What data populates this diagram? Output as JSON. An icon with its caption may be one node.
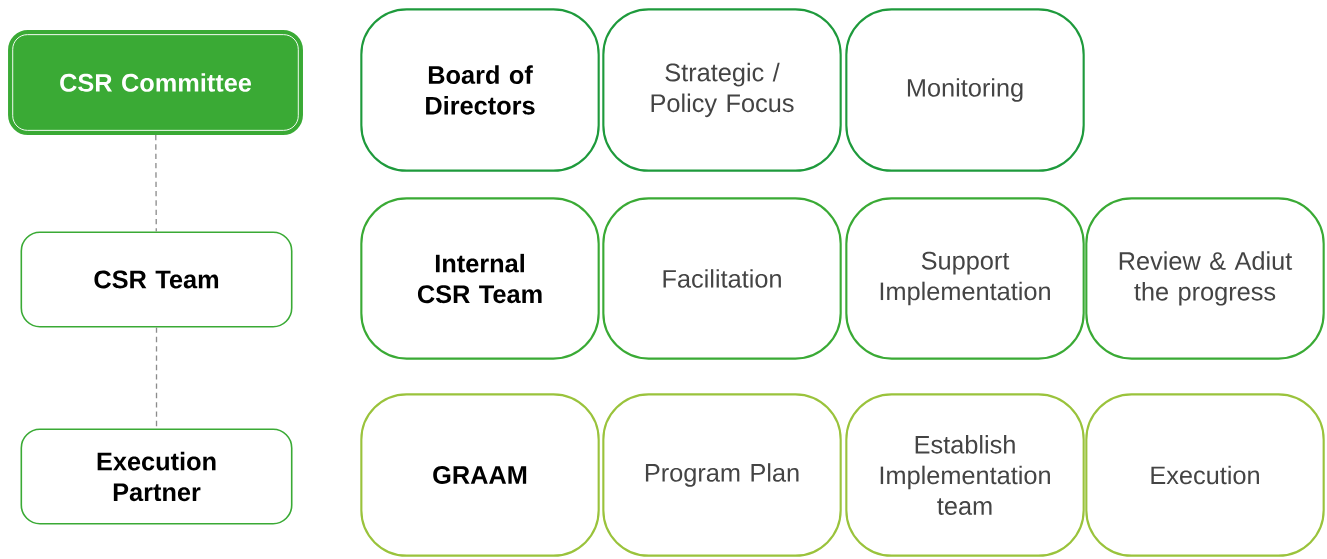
{
  "diagram": {
    "nodes": [
      {
        "text": [
          "CSR Committee"
        ]
      },
      {
        "text": [
          "Board of Directors"
        ]
      },
      {
        "text": [
          "Strategic / Policy Focus"
        ]
      },
      {
        "text": [
          "Monitoring"
        ]
      },
      {
        "text": [
          "CSR Team"
        ]
      },
      {
        "text": [
          "Internal CSR Team"
        ]
      },
      {
        "text": [
          "Facilitation"
        ]
      },
      {
        "text": [
          "Support Implementation"
        ]
      },
      {
        "text": [
          "Review & Adiut the progress"
        ]
      },
      {
        "text": [
          "Execution Partner"
        ]
      },
      {
        "text": [
          "GRAAM"
        ]
      },
      {
        "text": [
          "Program Plan"
        ]
      },
      {
        "text": [
          "Establish Implementation team"
        ]
      },
      {
        "text": [
          "Execution"
        ]
      }
    ],
    "edges": [
      {
        "from": 0,
        "to": 4,
        "arrow": "none",
        "style": "dashed"
      },
      {
        "from": 4,
        "to": 9,
        "arrow": "none",
        "style": "dashed"
      }
    ]
  }
}
